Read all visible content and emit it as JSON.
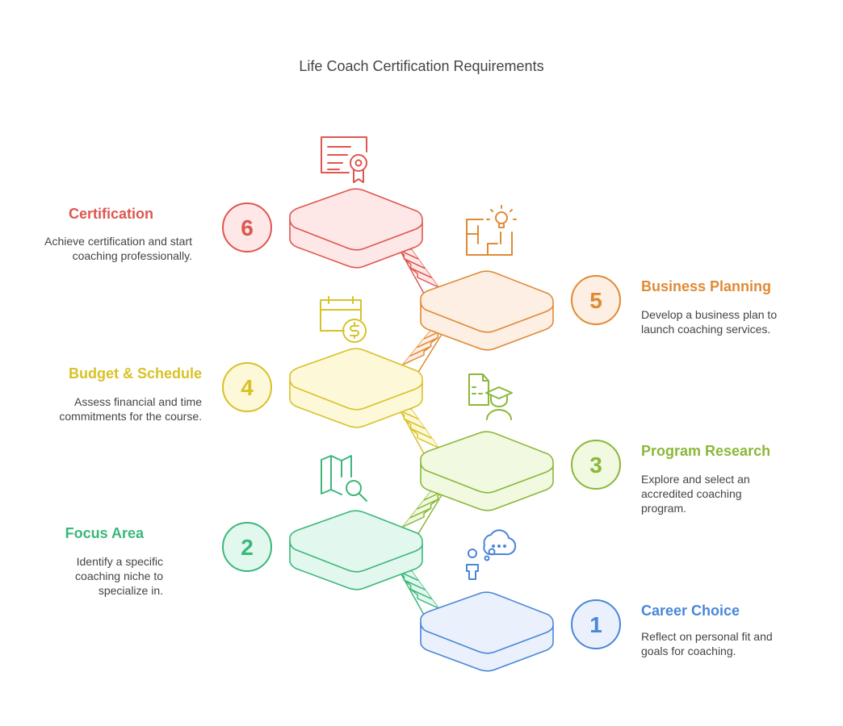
{
  "title": "Life Coach Certification Requirements",
  "steps": [
    {
      "number": "1",
      "heading": "Career Choice",
      "description": "Reflect on personal fit and goals for coaching.",
      "color": "#4a86d8",
      "fill": "#eaf1fc",
      "icon": "person-thinking-icon"
    },
    {
      "number": "2",
      "heading": "Focus Area",
      "description": "Identify a specific coaching niche to specialize in.",
      "color": "#3cb77a",
      "fill": "#e2f8ee",
      "icon": "map-search-icon"
    },
    {
      "number": "3",
      "heading": "Program Research",
      "description": "Explore and select an accredited coaching program.",
      "color": "#8ab83a",
      "fill": "#f1f9e0",
      "icon": "graduate-document-icon"
    },
    {
      "number": "4",
      "heading": "Budget & Schedule",
      "description": "Assess financial and time commitments for the course.",
      "color": "#d8c227",
      "fill": "#fcf8d8",
      "icon": "calendar-dollar-icon"
    },
    {
      "number": "5",
      "heading": "Business Planning",
      "description": "Develop a business plan to launch coaching services.",
      "color": "#e08a34",
      "fill": "#fdefe3",
      "icon": "idea-plan-icon"
    },
    {
      "number": "6",
      "heading": "Certification",
      "description": "Achieve certification and start coaching professionally.",
      "color": "#df5650",
      "fill": "#fde8e7",
      "icon": "certificate-icon"
    }
  ]
}
